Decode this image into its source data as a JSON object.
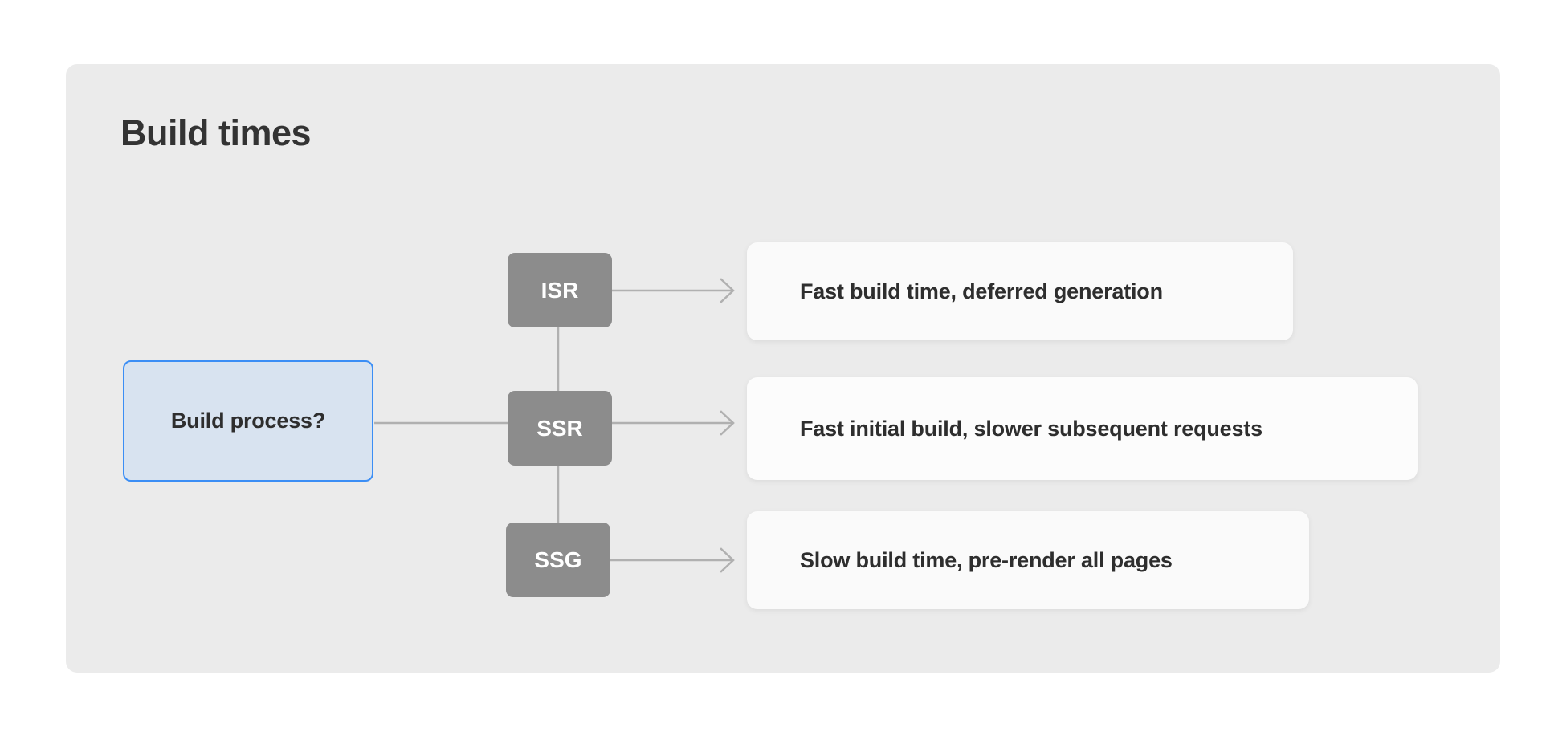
{
  "panel": {
    "title": "Build times"
  },
  "diagram": {
    "type": "flowchart",
    "root": {
      "id": "build-process",
      "label": "Build process?"
    },
    "branches": [
      {
        "id": "isr",
        "node_label": "ISR",
        "outcome_label": "Fast build time, deferred generation"
      },
      {
        "id": "ssr",
        "node_label": "SSR",
        "outcome_label": "Fast initial build, slower subsequent requests"
      },
      {
        "id": "ssg",
        "node_label": "SSG",
        "outcome_label": "Slow build time, pre-render all pages"
      }
    ]
  },
  "colors": {
    "page_background": "#ffffff",
    "panel_background": "#ebebeb",
    "root_node_fill": "#d8e3f0",
    "root_node_border": "#3b8ef5",
    "strategy_node_fill": "#8c8c8c",
    "strategy_node_text": "#ffffff",
    "card_fill": "#fafafa",
    "card_fill_highlight": "#fcfcfc",
    "connector_line": "#b0b0b0",
    "title_text": "#333333",
    "body_text": "#2e2e2e"
  }
}
